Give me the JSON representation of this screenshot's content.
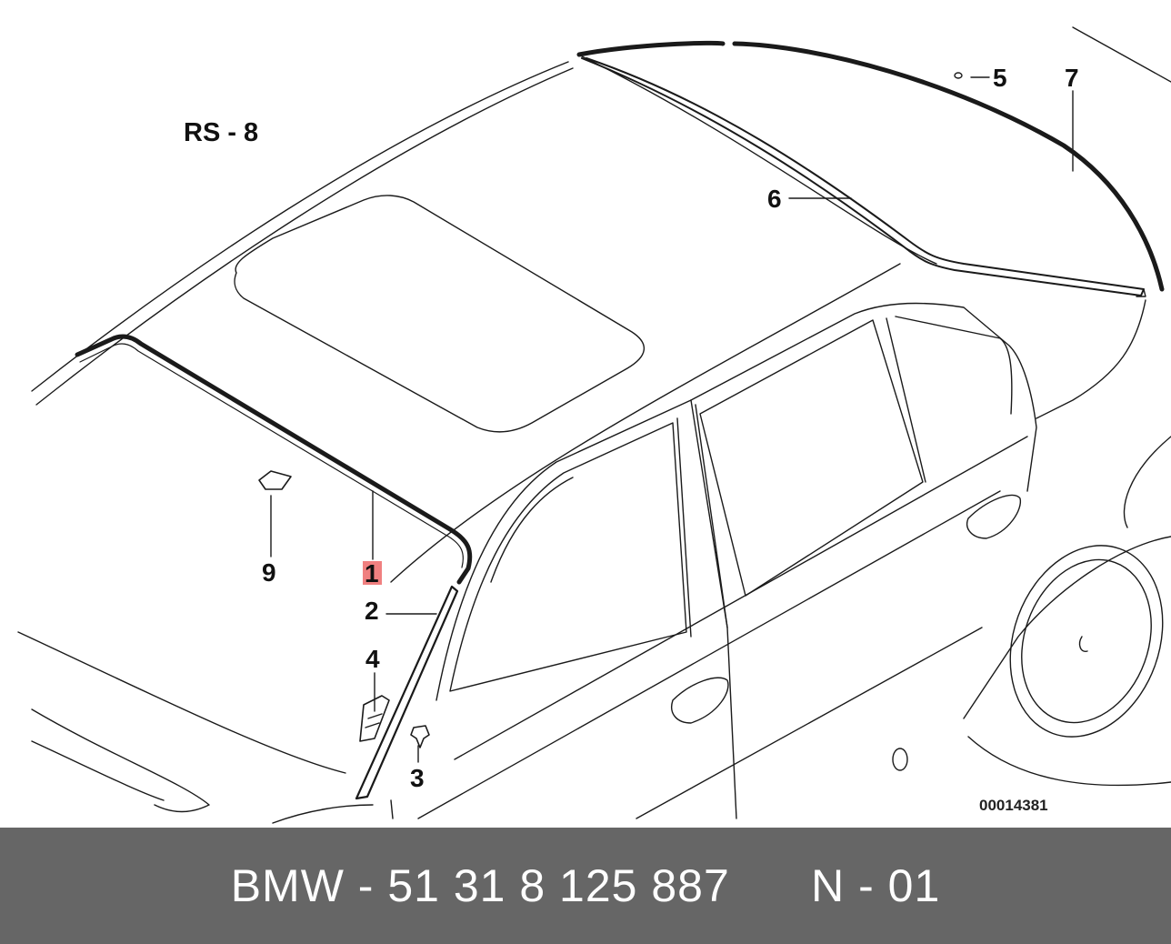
{
  "diagram": {
    "group_label": "RS - 8",
    "reference_number": "00014381",
    "highlight_color": "#f08080",
    "callouts": [
      {
        "id": "1",
        "label": "1",
        "highlighted": true
      },
      {
        "id": "2",
        "label": "2",
        "highlighted": false
      },
      {
        "id": "3",
        "label": "3",
        "highlighted": false
      },
      {
        "id": "4",
        "label": "4",
        "highlighted": false
      },
      {
        "id": "5",
        "label": "5",
        "highlighted": false
      },
      {
        "id": "6",
        "label": "6",
        "highlighted": false
      },
      {
        "id": "7",
        "label": "7",
        "highlighted": false
      },
      {
        "id": "9",
        "label": "9",
        "highlighted": false
      }
    ]
  },
  "footer": {
    "part_text": "BMW - 51 31 8 125 887      N - 01",
    "background_color": "#666666"
  }
}
